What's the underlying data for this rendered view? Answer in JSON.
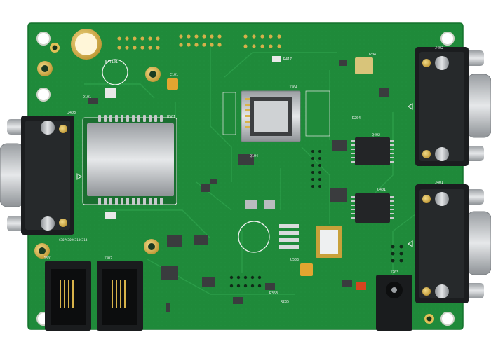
{
  "board": {
    "silkscreen": {
      "bat": "BAT101",
      "u501": "U501",
      "j304": "J304",
      "u204": "U204",
      "j402": "J402",
      "j403": "J403",
      "j401": "J401",
      "q402": "Q402",
      "u401": "U401",
      "j301": "J301",
      "j302": "J302",
      "j203": "J203",
      "r417": "R417",
      "d101": "D101",
      "c101": "C101",
      "u503": "U503",
      "c307": "C307C309C313C314",
      "r353": "R353",
      "r235": "R235",
      "q104": "Q104",
      "d204": "D204"
    },
    "colors": {
      "pcb": "#1f8a3a",
      "pcb_dark": "#167a31",
      "trace": "#2a9d48",
      "silk": "#f2f2f2",
      "gold": "#d8b24a",
      "connector_metal": "#b9bcbf"
    }
  }
}
